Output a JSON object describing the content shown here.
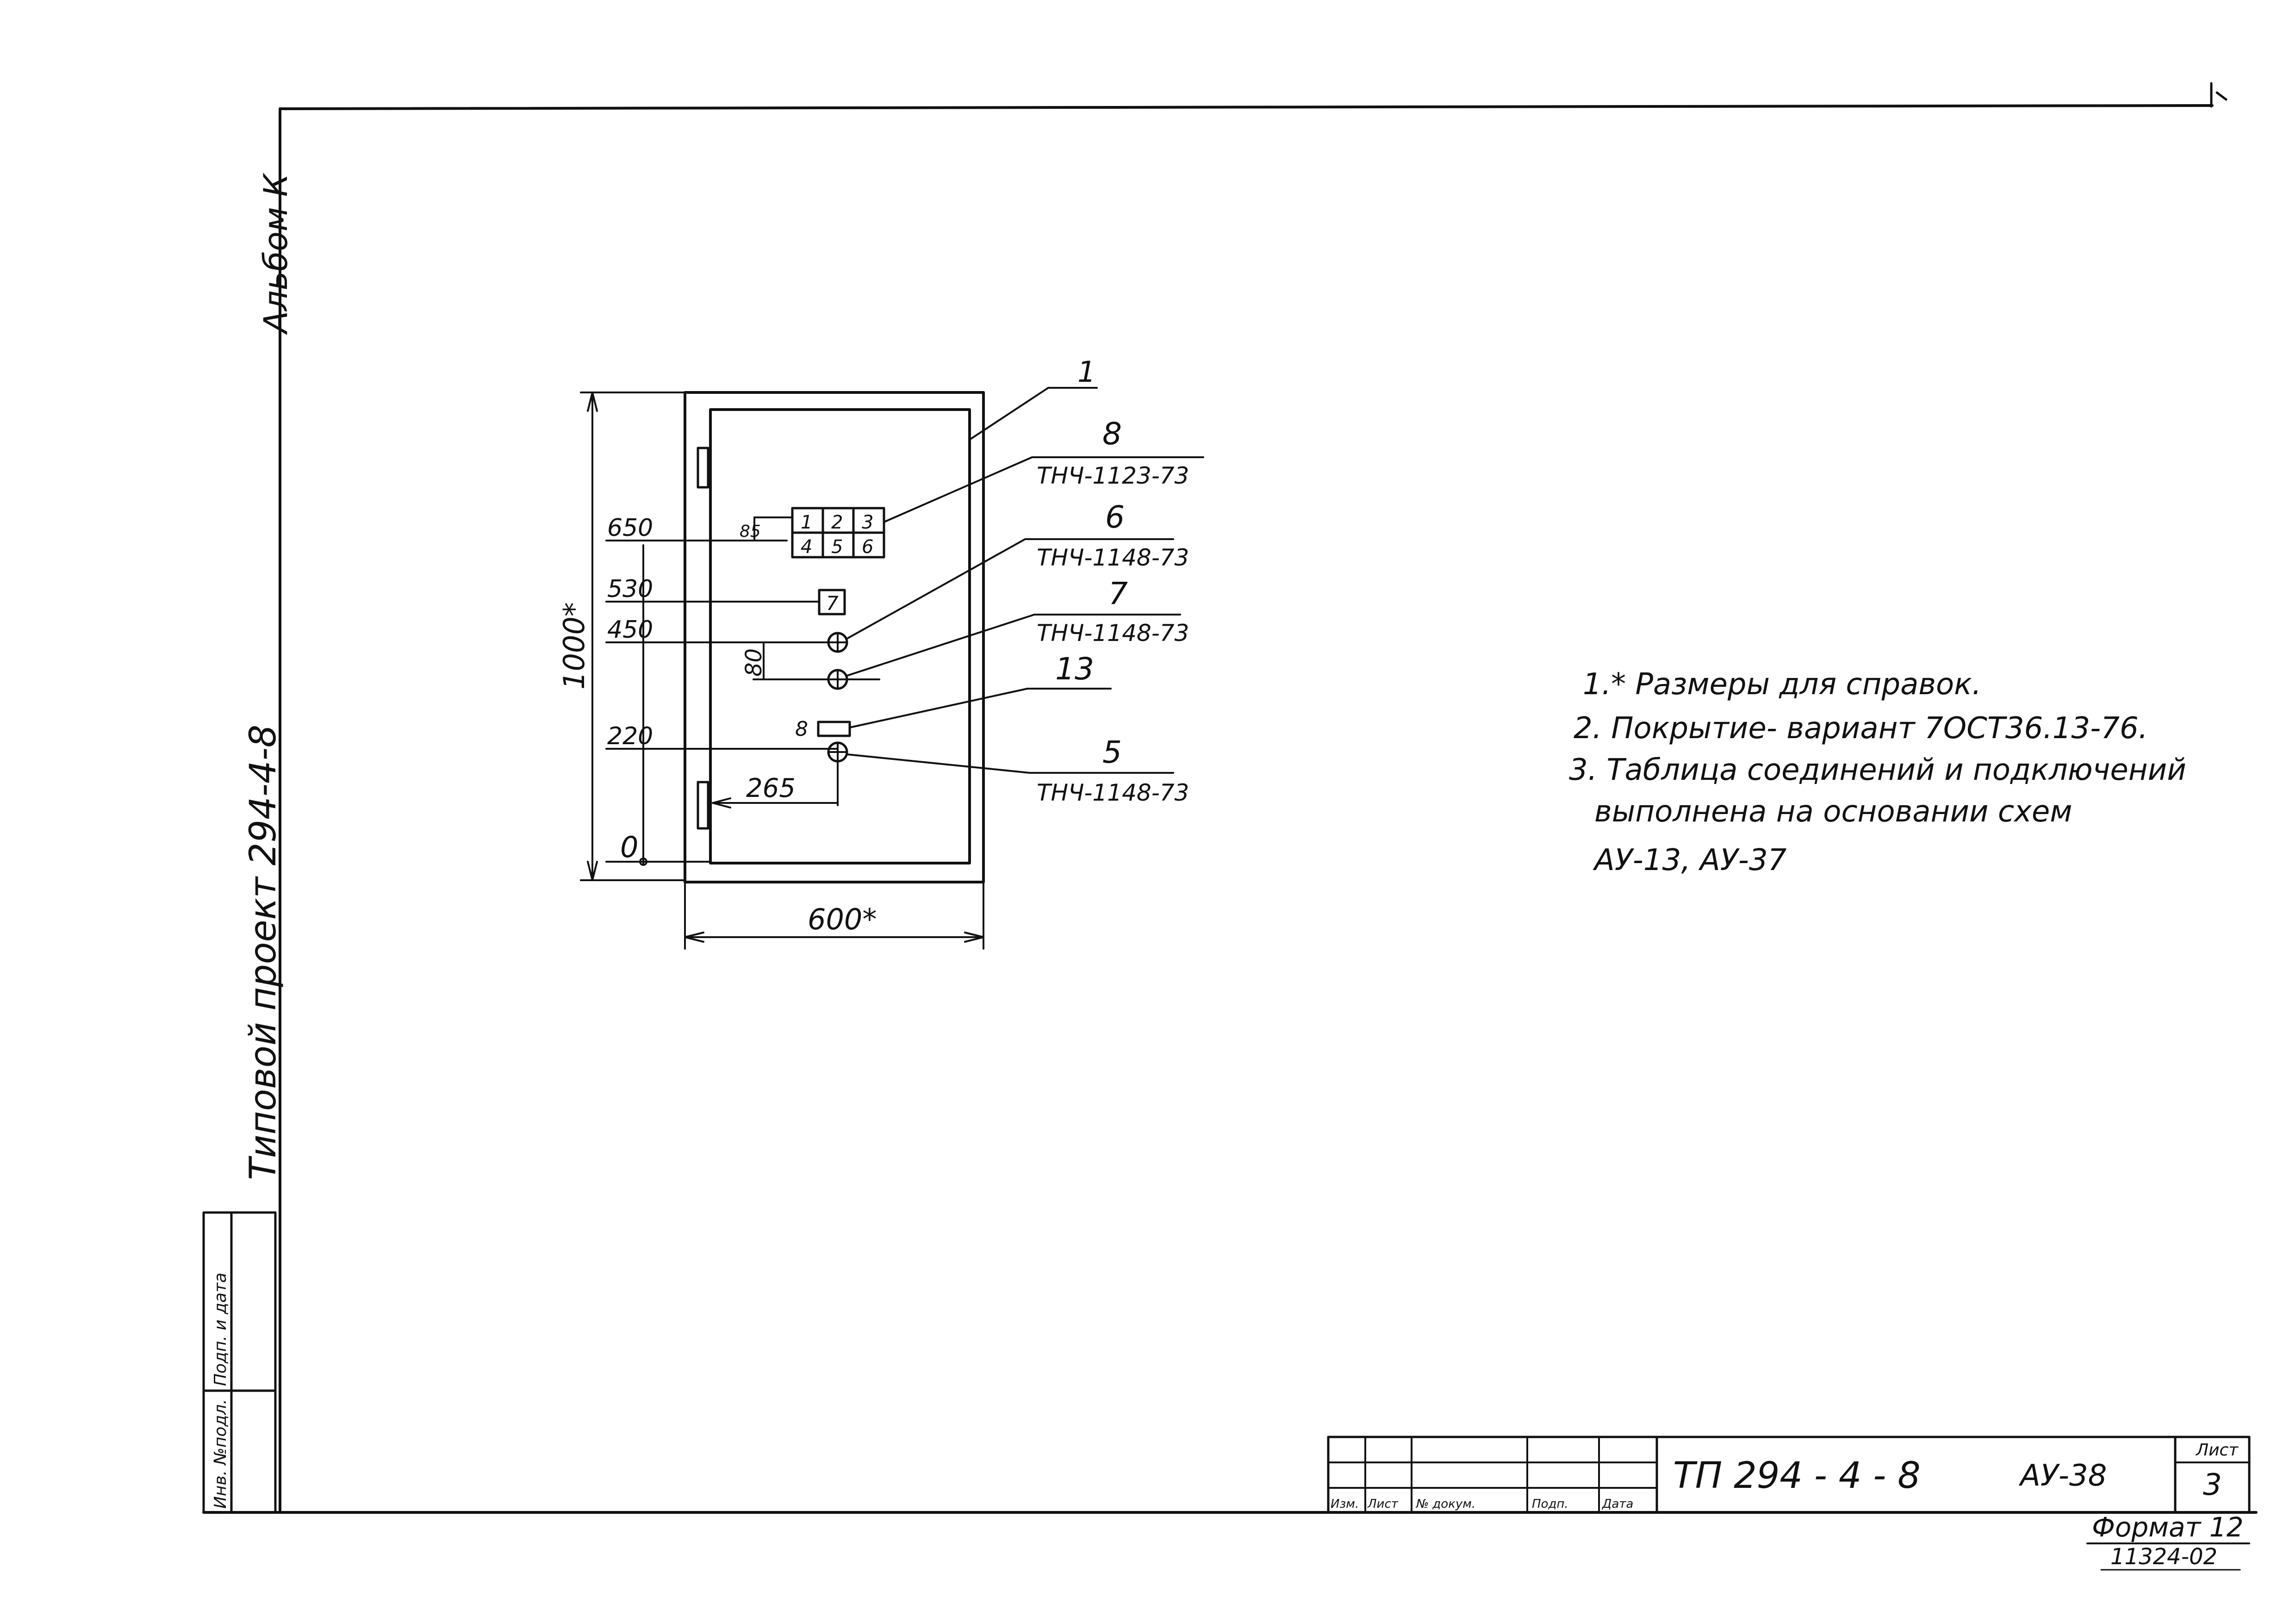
{
  "side_margin": {
    "stamp_top": "Альбом К",
    "project_label": "Типовой проект 294-4-8"
  },
  "inventory_box": {
    "inv_no": "Инв. №подл.",
    "signature_date": "Подп. и дата"
  },
  "drawing": {
    "dimensions": {
      "height_total": "1000*",
      "width_total": "600*",
      "level_650": "650",
      "level_530": "530",
      "level_450": "450",
      "level_220": "220",
      "level_0": "0",
      "horizontal_265": "265",
      "spacing_80": "80",
      "block_depth": "85"
    },
    "terminal_block": {
      "cells": [
        "1",
        "2",
        "3",
        "4",
        "5",
        "6"
      ]
    },
    "device_7_label": "7",
    "device_8_label": "8",
    "callouts": [
      {
        "id": "callout-1",
        "number": "1",
        "ref": ""
      },
      {
        "id": "callout-8",
        "number": "8",
        "ref": "ТНЧ-1123-73"
      },
      {
        "id": "callout-6",
        "number": "6",
        "ref": "ТНЧ-1148-73"
      },
      {
        "id": "callout-7",
        "number": "7",
        "ref": "ТНЧ-1148-73"
      },
      {
        "id": "callout-13",
        "number": "13",
        "ref": ""
      },
      {
        "id": "callout-5",
        "number": "5",
        "ref": "ТНЧ-1148-73"
      }
    ]
  },
  "notes": [
    "1.* Размеры для справок.",
    "2. Покрытие- вариант 7ОСТ36.13-76.",
    "3. Таблица соединений и подключений",
    "выполнена на основании схем",
    "АУ-13, АУ-37"
  ],
  "title_block": {
    "columns": [
      "Изм.",
      "Лист",
      "№ докум.",
      "Подп.",
      "Дата"
    ],
    "project_code": "ТП   294 - 4 - 8",
    "drawing_code": "АУ-38",
    "sheet_label": "Лист",
    "sheet_number": "3",
    "format": "Формат 12",
    "archive_number": "11324-02"
  }
}
